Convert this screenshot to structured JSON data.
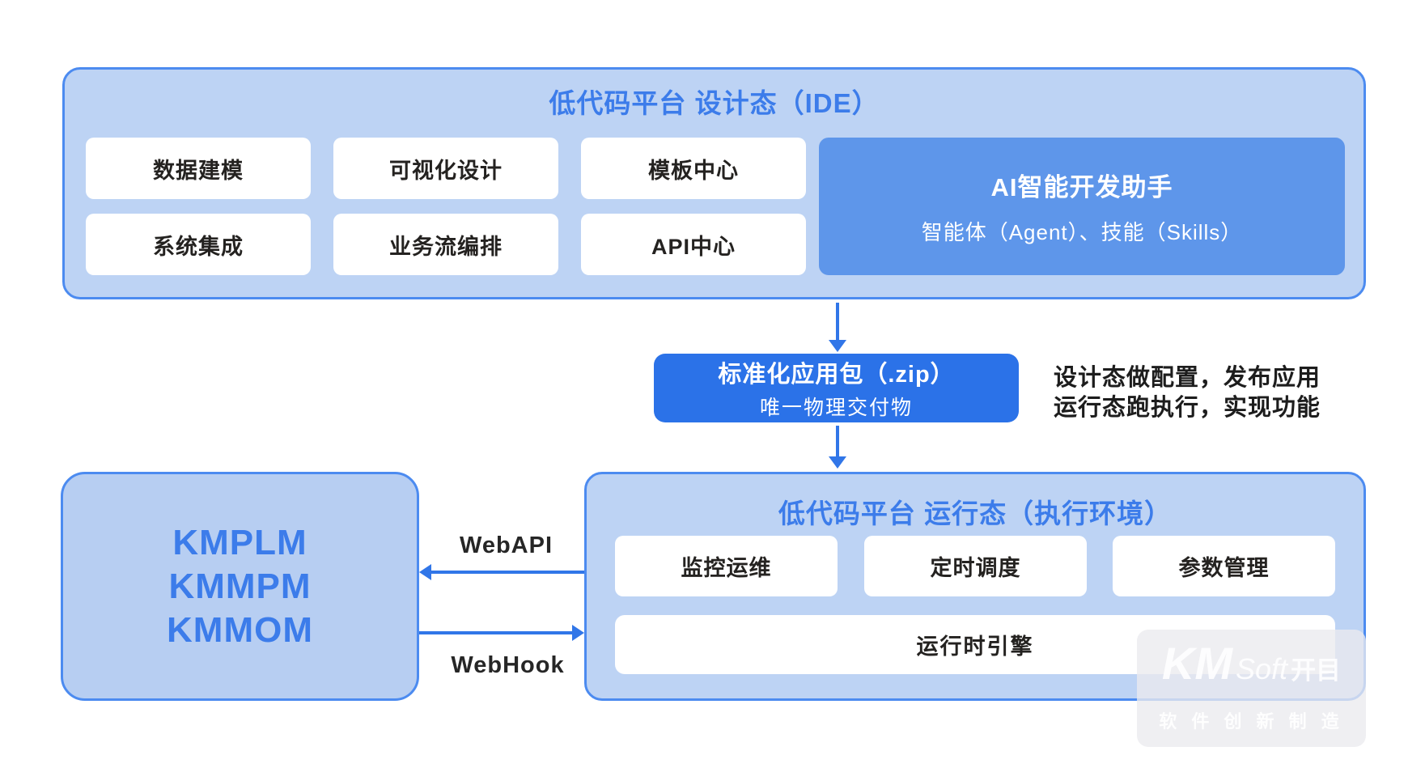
{
  "colors": {
    "accent_blue": "#3C7CEA",
    "container_fill": "#BDD3F4",
    "container_border": "#4C8BF0",
    "ai_box_fill": "#5E96EA",
    "package_fill": "#2B72E8",
    "arrow_blue": "#3176E8",
    "chip_text": "#242220"
  },
  "design": {
    "title": "低代码平台 设计态（IDE）",
    "modules": [
      "数据建模",
      "可视化设计",
      "模板中心",
      "系统集成",
      "业务流编排",
      "API中心"
    ],
    "ai": {
      "title": "AI智能开发助手",
      "subtitle": "智能体（Agent）、技能（Skills）"
    }
  },
  "package": {
    "title": "标准化应用包（.zip）",
    "subtitle": "唯一物理交付物"
  },
  "annotation": {
    "line1": "设计态做配置，发布应用",
    "line2": "运行态跑执行，实现功能"
  },
  "runtime": {
    "title": "低代码平台 运行态（执行环境）",
    "modules": [
      "监控运维",
      "定时调度",
      "参数管理"
    ],
    "engine": "运行时引擎"
  },
  "external": {
    "systems": [
      "KMPLM",
      "KMMPM",
      "KMMOM"
    ]
  },
  "connections": {
    "webapi": "WebAPI",
    "webhook": "WebHook"
  },
  "watermark": {
    "km": "KM",
    "soft": "Soft",
    "kaimu": "开目",
    "slogan": "软 件 创 新 制 造"
  }
}
